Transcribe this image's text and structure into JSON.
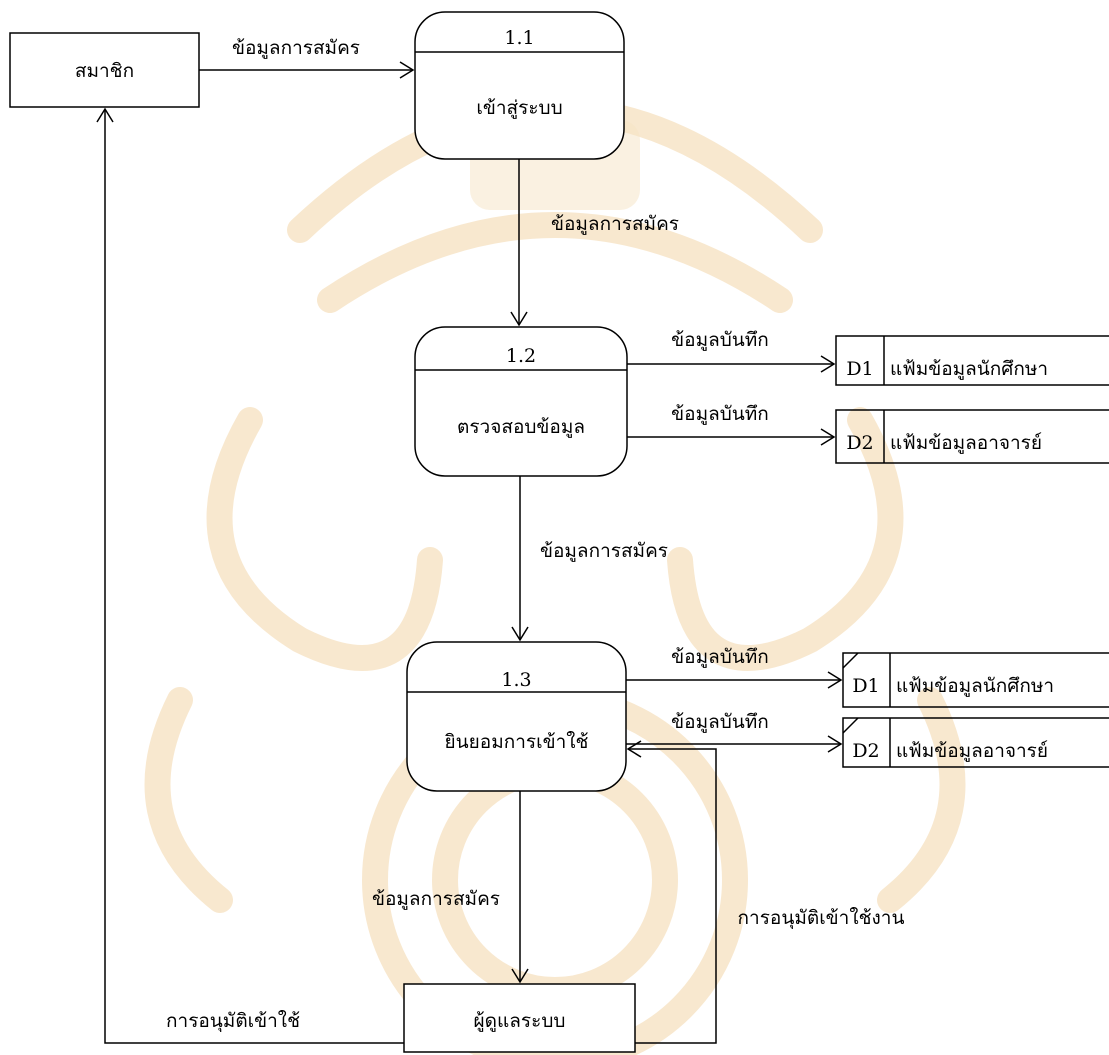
{
  "external_entities": {
    "member": "สมาชิก",
    "admin": "ผู้ดูแลระบบ"
  },
  "processes": {
    "p1": {
      "number": "1.1",
      "name": "เข้าสู่ระบบ"
    },
    "p2": {
      "number": "1.2",
      "name": "ตรวจสอบข้อมูล"
    },
    "p3": {
      "number": "1.3",
      "name": "ยินยอมการเข้าใช้"
    }
  },
  "data_stores": {
    "s1": {
      "id": "D1",
      "name": "แฟ้มข้อมูลนักศึกษา"
    },
    "s2": {
      "id": "D2",
      "name": "แฟ้มข้อมูลอาจารย์"
    },
    "s3": {
      "id": "D1",
      "name": "แฟ้มข้อมูลนักศึกษา"
    },
    "s4": {
      "id": "D2",
      "name": "แฟ้มข้อมูลอาจารย์"
    }
  },
  "flows": {
    "member_to_p1": "ข้อมูลการสมัคร",
    "p1_to_p2": "ข้อมูลการสมัคร",
    "p2_to_s1": "ข้อมูลบันทึก",
    "p2_to_s2": "ข้อมูลบันทึก",
    "p2_to_p3": "ข้อมูลการสมัคร",
    "p3_to_s3": "ข้อมูลบันทึก",
    "p3_to_s4": "ข้อมูลบันทึก",
    "p3_to_admin": "ข้อมูลการสมัคร",
    "admin_to_p3": "การอนุมัติเข้าใช้งาน",
    "admin_to_member": "การอนุมัติเข้าใช้"
  }
}
